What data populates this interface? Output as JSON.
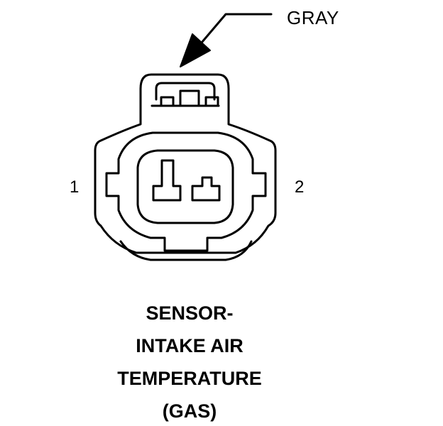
{
  "callout": {
    "wire_color_label": "GRAY"
  },
  "pins": {
    "left": "1",
    "right": "2"
  },
  "caption": {
    "lines": [
      "SENSOR-",
      "INTAKE AIR",
      "TEMPERATURE",
      "(GAS)"
    ]
  },
  "colors": {
    "stroke": "#000000",
    "background": "#ffffff"
  }
}
